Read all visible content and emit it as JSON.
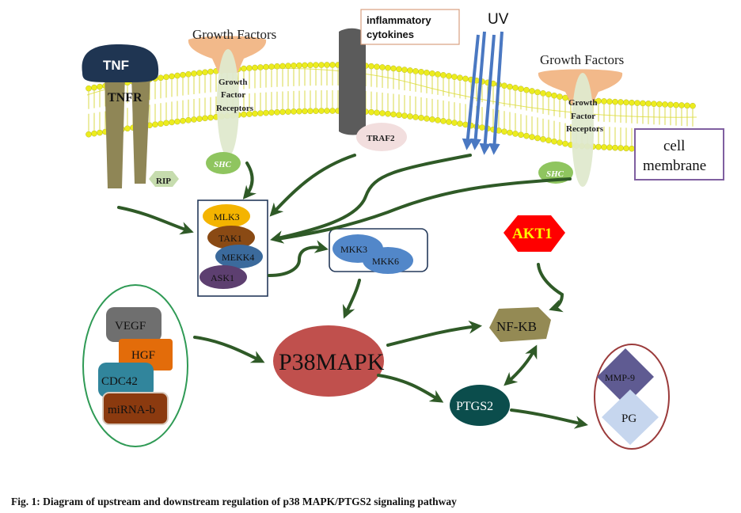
{
  "labels": {
    "tnf": "TNF",
    "tnfr": "TNFR",
    "rip": "RIP",
    "growth_factors_left": "Growth Factors",
    "growth_factors_right": "Growth Factors",
    "gfr_left_1": "Growth",
    "gfr_left_2": "Factor",
    "gfr_left_3": "Receptors",
    "gfr_right_1": "Growth",
    "gfr_right_2": "Factor",
    "gfr_right_3": "Receptors",
    "shc_left": "SHC",
    "shc_right": "SHC",
    "inflammatory_1": "inflammatory",
    "inflammatory_2": "cytokines",
    "traf2": "TRAF2",
    "uv": "UV",
    "cell_membrane_1": "cell",
    "cell_membrane_2": "membrane",
    "mlk3": "MLK3",
    "tak1": "TAK1",
    "mekk4": "MEKK4",
    "ask1": "ASK1",
    "mkk3": "MKK3",
    "mkk6": "MKK6",
    "akt1": "AKT1",
    "vegf": "VEGF",
    "hgf": "HGF",
    "cdc42": "CDC42",
    "mirna": "miRNA-b",
    "p38mapk": "P38MAPK",
    "nfkb": "NF-KB",
    "ptgs2": "PTGS2",
    "mmp9": "MMP-9",
    "pg": "PG"
  },
  "caption": "Fig. 1: Diagram of upstream and downstream regulation of p38 MAPK/PTGS2 signaling pathway",
  "colors": {
    "arrow": "#2f5a27",
    "membrane_head": "#ecec1e",
    "membrane_tail": "#d8d84a",
    "tnf": "#1f3552",
    "tnfr": "#8f8656",
    "growth_factor": "#f2b98a",
    "receptor": "#dfe9cd",
    "shc": "#8fc55f",
    "rip": "#c6dcae",
    "cytokine_receptor": "#5b5b5b",
    "traf2": "#f2dede",
    "uv": "#4a78c2",
    "mlk3": "#f4b400",
    "tak1": "#8a4a14",
    "mekk4": "#3b6a9c",
    "ask1": "#5d3f70",
    "mkk": "#5287c9",
    "akt1": "#ff0000",
    "akt1_text": "#ffff00",
    "vegf": "#6f6f6f",
    "hgf": "#e36c0a",
    "cdc42": "#31859c",
    "mirna": "#8b3a0f",
    "p38": "#c0504d",
    "nfkb": "#948a54",
    "ptgs2": "#0b4d4c",
    "mmp9": "#5f5b92",
    "pg": "#c6d6ee"
  }
}
